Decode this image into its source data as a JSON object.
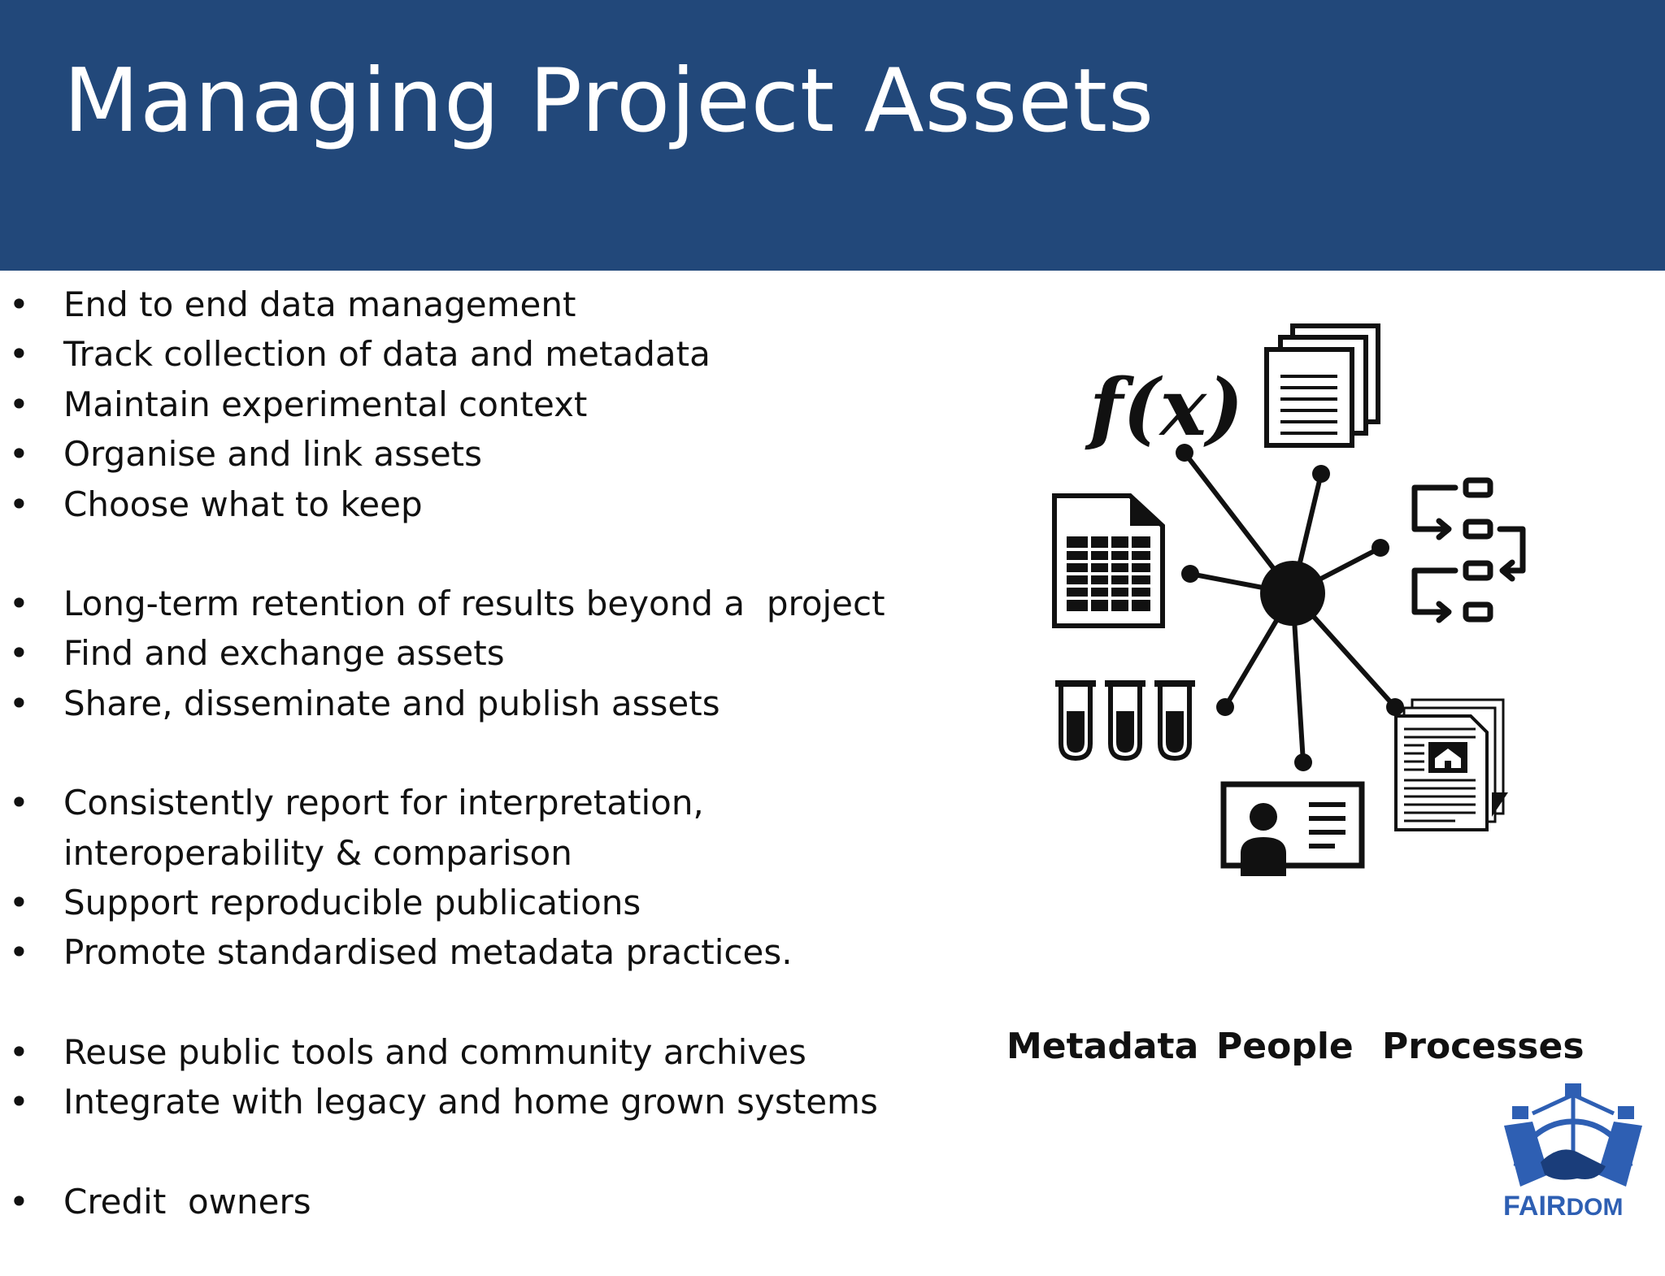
{
  "slide": {
    "title": "Managing Project  Assets",
    "bullet_groups": [
      [
        "End to end data management",
        "Track collection of data and metadata",
        "Maintain experimental context",
        "Organise and link assets",
        "Choose what to keep"
      ],
      [
        "Long-term retention of results beyond a  project",
        "Find and exchange assets",
        "Share, disseminate and publish assets"
      ],
      [
        "Consistently report for interpretation,\ninteroperability & comparison",
        "Support reproducible publications",
        "Promote standardised metadata practices."
      ],
      [
        "Reuse public tools and community archives",
        "Integrate with legacy and home grown systems"
      ],
      [
        "Credit  owners"
      ]
    ]
  },
  "diagram": {
    "function_label": "f(x)",
    "captions": [
      "Metadata",
      "People",
      "Processes"
    ]
  },
  "logo": {
    "text_fair": "FAIR",
    "text_dom": "DOM"
  },
  "colors": {
    "header_bg": "#22487a",
    "logo_blue": "#2e5fb3",
    "logo_dark": "#1a3d7a"
  }
}
